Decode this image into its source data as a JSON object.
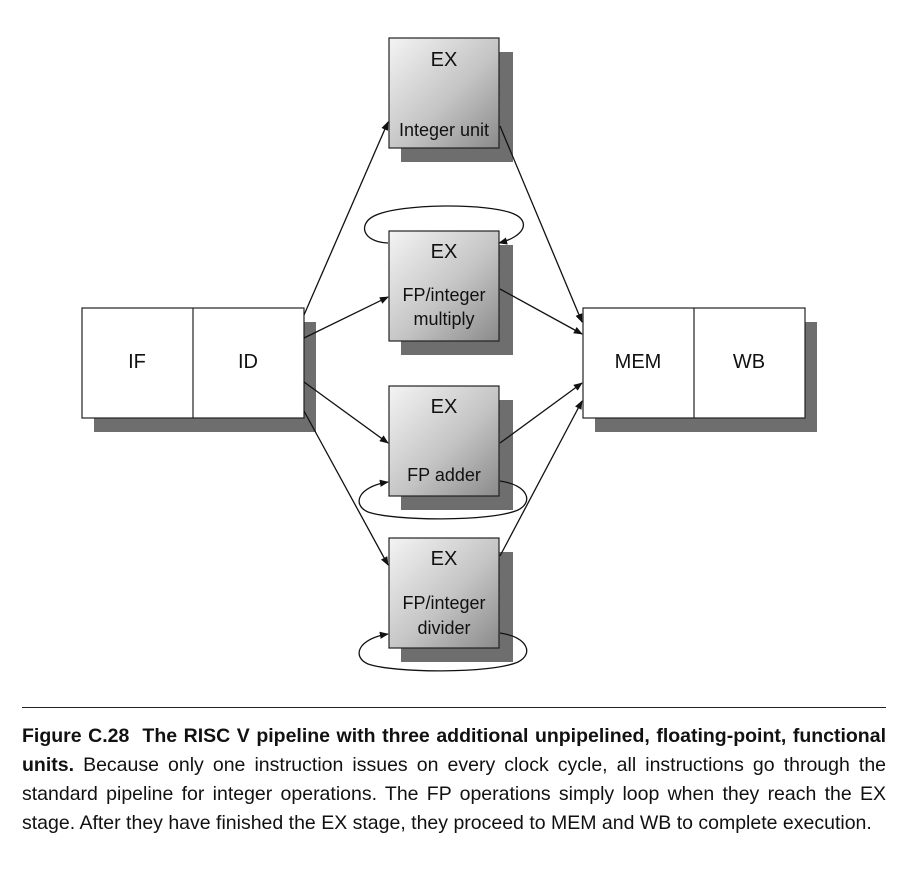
{
  "diagram": {
    "front_stages": [
      "IF",
      "ID"
    ],
    "back_stages": [
      "MEM",
      "WB"
    ],
    "units": [
      {
        "stage": "EX",
        "name_lines": [
          "Integer unit"
        ],
        "loop": "none"
      },
      {
        "stage": "EX",
        "name_lines": [
          "FP/integer",
          "multiply"
        ],
        "loop": "top"
      },
      {
        "stage": "EX",
        "name_lines": [
          "FP adder"
        ],
        "loop": "bottom"
      },
      {
        "stage": "EX",
        "name_lines": [
          "FP/integer",
          "divider"
        ],
        "loop": "bottom"
      }
    ],
    "colors": {
      "box_border": "#222222",
      "shadow": "#6e6e6e",
      "unit_light": "#f4f4f4",
      "unit_dark": "#8a8a8a"
    }
  },
  "caption": {
    "label": "Figure C.28",
    "title": "The RISC V pipeline with three additional unpipelined, floating-point, functional units.",
    "body": "Because only one instruction issues on every clock cycle, all instructions go through the standard pipeline for integer operations. The FP operations simply loop when they reach the EX stage. After they have finished the EX stage, they proceed to MEM and WB to complete execution."
  }
}
